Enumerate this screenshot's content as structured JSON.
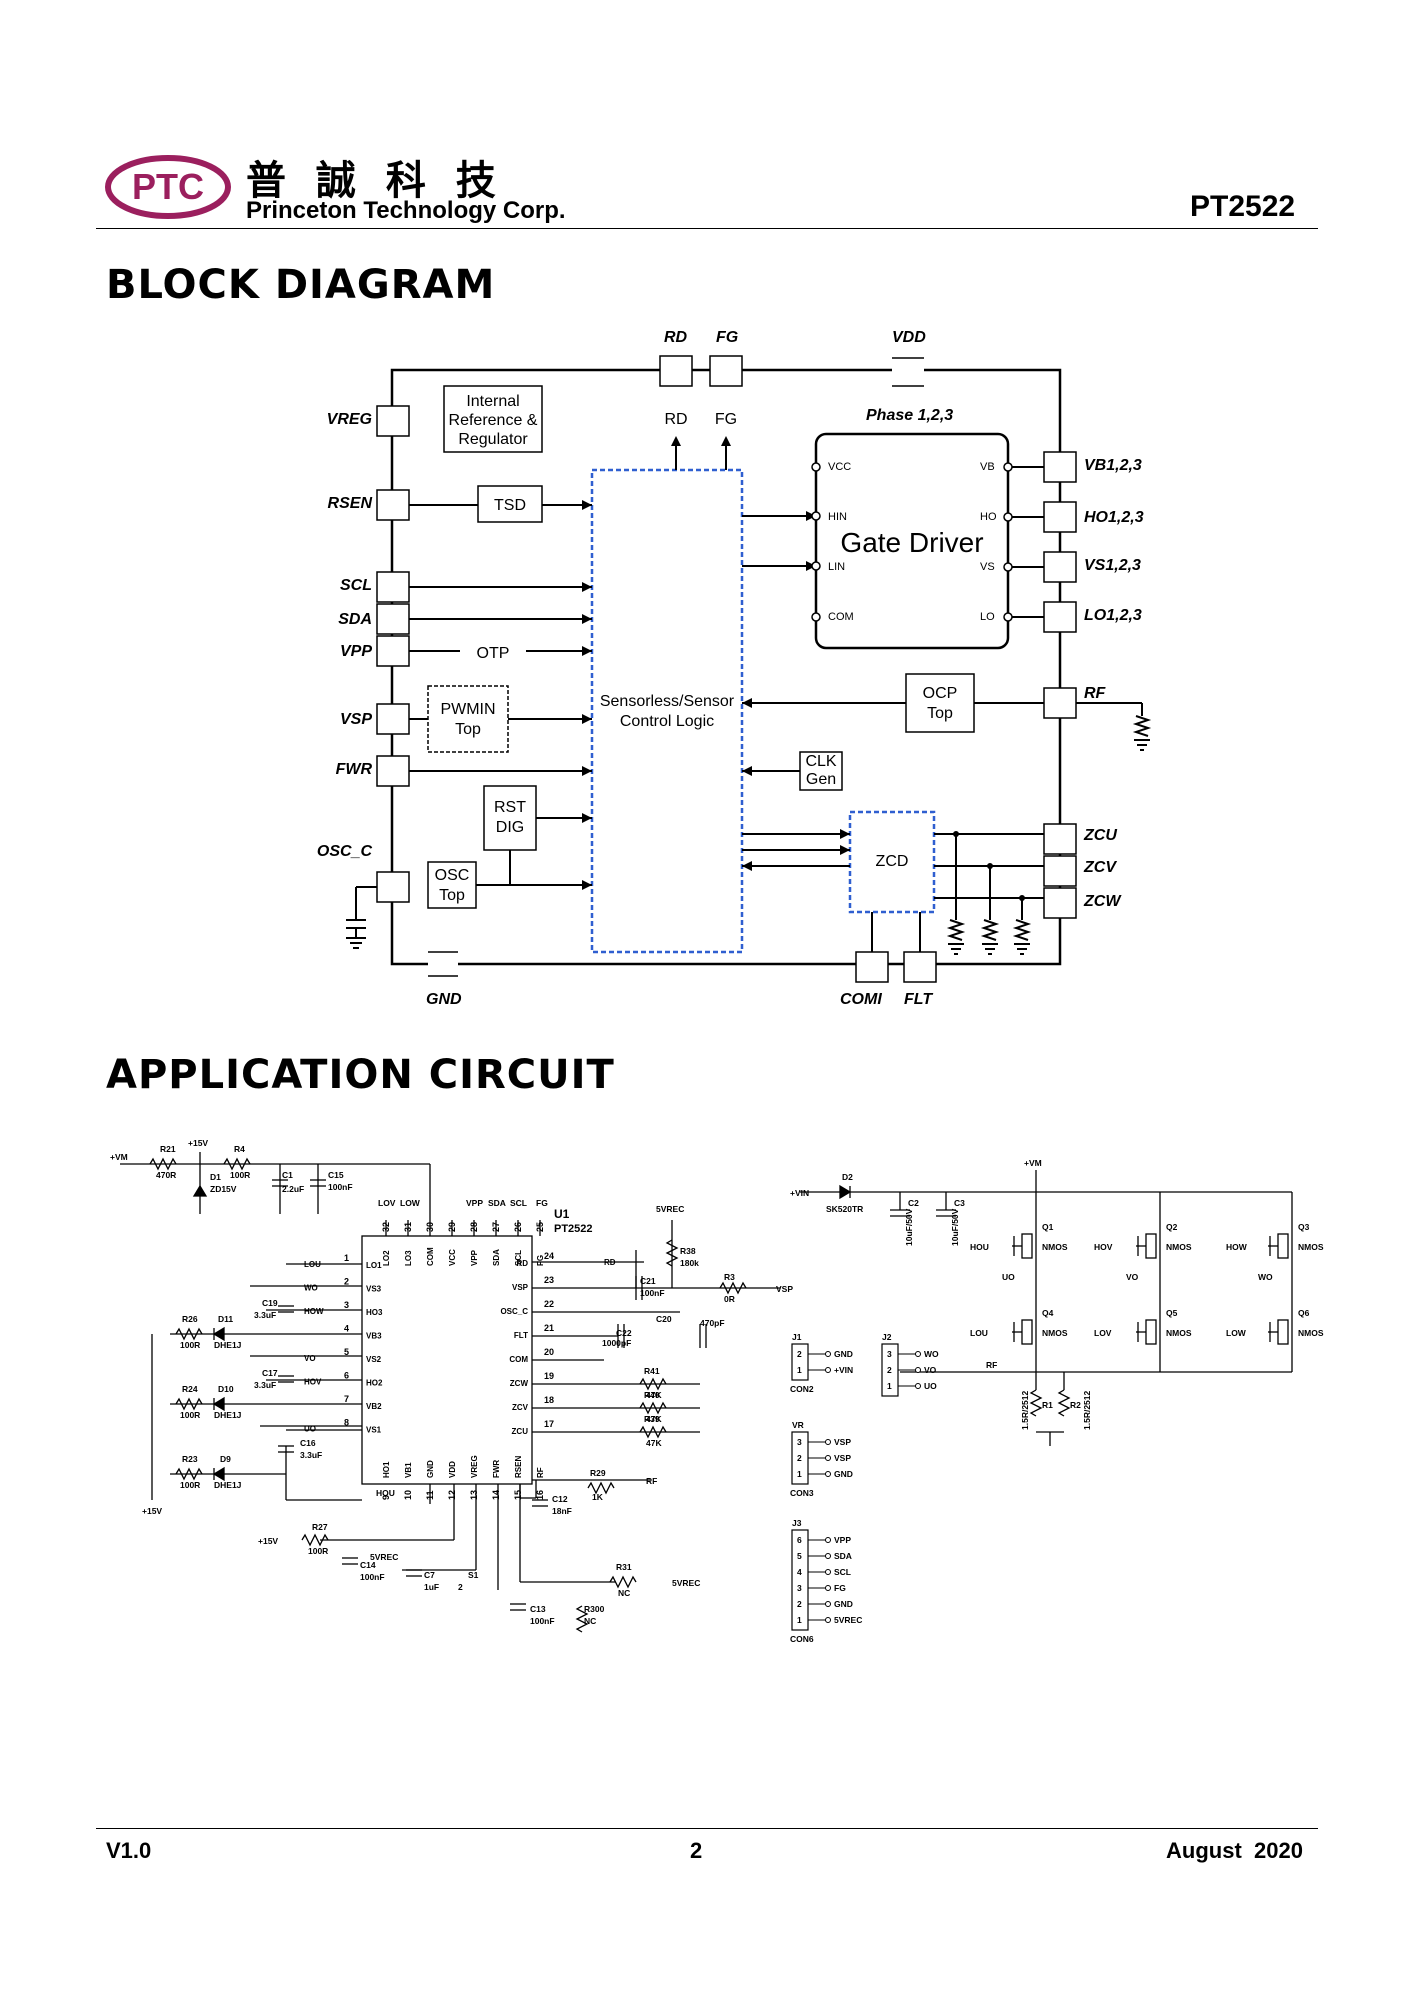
{
  "header": {
    "logo_mark": "PTC",
    "company_cn": "普 誠 科 技",
    "company_en": "Princeton Technology Corp.",
    "part_number": "PT2522"
  },
  "sections": {
    "block_diagram_title": "BLOCK DIAGRAM",
    "application_title": "APPLICATION CIRCUIT"
  },
  "block_diagram": {
    "pins_top": [
      "RD",
      "FG",
      "VDD"
    ],
    "pins_left": [
      "VREG",
      "RSEN",
      "SCL",
      "SDA",
      "VPP",
      "VSP",
      "FWR",
      "OSC_C"
    ],
    "pins_right": [
      "VB1,2,3",
      "HO1,2,3",
      "VS1,2,3",
      "LO1,2,3",
      "RF",
      "ZCU",
      "ZCV",
      "ZCW"
    ],
    "pins_bottom": [
      "GND",
      "COMI",
      "FLT"
    ],
    "blocks": {
      "internal_ref": [
        "Internal",
        "Reference &",
        "Regulator"
      ],
      "tsd": "TSD",
      "otp": "OTP",
      "pwmin": [
        "PWMIN",
        "Top"
      ],
      "rst": [
        "RST",
        "DIG"
      ],
      "osc": [
        "OSC",
        "Top"
      ],
      "logic": [
        "Sensorless/Sensor",
        "Control Logic"
      ],
      "ocp": [
        "OCP",
        "Top"
      ],
      "clk": [
        "CLK",
        "Gen"
      ],
      "zcd": "ZCD",
      "rd_box": "RD",
      "fg_box": "FG",
      "phase": "Phase 1,2,3",
      "gate_driver": "Gate Driver",
      "gd_pins": {
        "vcc": "VCC",
        "hin": "HIN",
        "lin": "LIN",
        "com": "COM",
        "vb": "VB",
        "ho": "HO",
        "vs": "VS",
        "lo": "LO"
      }
    }
  },
  "app_circuit": {
    "ic": {
      "ref": "U1",
      "name": "PT2522"
    },
    "top_pins": [
      {
        "n": "32",
        "label": "LO2"
      },
      {
        "n": "31",
        "label": "LO3"
      },
      {
        "n": "30",
        "label": "COM"
      },
      {
        "n": "29",
        "label": "VCC"
      },
      {
        "n": "28",
        "label": "VPP"
      },
      {
        "n": "27",
        "label": "SDA"
      },
      {
        "n": "26",
        "label": "SCL"
      },
      {
        "n": "25",
        "label": "FG"
      }
    ],
    "top_nets": [
      "LOV",
      "LOW",
      "VPP",
      "SDA",
      "SCL",
      "FG"
    ],
    "left_pins": [
      {
        "n": "1",
        "label": "LO1",
        "net": "LOU"
      },
      {
        "n": "2",
        "label": "VS3",
        "net": "WO"
      },
      {
        "n": "3",
        "label": "HO3",
        "net": "HOW"
      },
      {
        "n": "4",
        "label": "VB3",
        "net": ""
      },
      {
        "n": "5",
        "label": "VS2",
        "net": "VO"
      },
      {
        "n": "6",
        "label": "HO2",
        "net": "HOV"
      },
      {
        "n": "7",
        "label": "VB2",
        "net": ""
      },
      {
        "n": "8",
        "label": "VS1",
        "net": "UO"
      }
    ],
    "right_pins": [
      {
        "n": "24",
        "label": "RD",
        "net": "RD"
      },
      {
        "n": "23",
        "label": "VSP",
        "net": ""
      },
      {
        "n": "22",
        "label": "OSC_C",
        "net": ""
      },
      {
        "n": "21",
        "label": "FLT",
        "net": ""
      },
      {
        "n": "20",
        "label": "COM",
        "net": ""
      },
      {
        "n": "19",
        "label": "ZCW",
        "net": ""
      },
      {
        "n": "18",
        "label": "ZCV",
        "net": ""
      },
      {
        "n": "17",
        "label": "ZCU",
        "net": ""
      }
    ],
    "bottom_pins": [
      {
        "n": "9",
        "label": "HO1"
      },
      {
        "n": "10",
        "label": "VB1"
      },
      {
        "n": "11",
        "label": "GND"
      },
      {
        "n": "12",
        "label": "VDD"
      },
      {
        "n": "13",
        "label": "VREG"
      },
      {
        "n": "14",
        "label": "FWR"
      },
      {
        "n": "15",
        "label": "RSEN"
      },
      {
        "n": "16",
        "label": "RF"
      }
    ],
    "components": {
      "vm": "+VM",
      "r21": "R21",
      "r21v": "470R",
      "p15v": "+15V",
      "r4": "R4",
      "r4v": "100R",
      "d1": "D1",
      "d1v": "ZD15V",
      "c1": "C1",
      "c1v": "2.2uF",
      "c15": "C15",
      "c15v": "100nF",
      "c19": "C19",
      "c19v": "3.3uF",
      "c17": "C17",
      "c17v": "3.3uF",
      "c16": "C16",
      "c16v": "3.3uF",
      "r26": "R26",
      "r26v": "100R",
      "d11": "D11",
      "d11v": "DHE1J",
      "r24": "R24",
      "r24v": "100R",
      "d10": "D10",
      "d10v": "DHE1J",
      "r23": "R23",
      "r23v": "100R",
      "d9": "D9",
      "d9v": "DHE1J",
      "hou": "HOU",
      "p15v2": "+15V",
      "r27": "R27",
      "r27v": "100R",
      "p15v3": "+15V",
      "vrec": "5VREC",
      "c14": "C14",
      "c14v": "100nF",
      "c7": "C7",
      "c7v": "1uF",
      "s1": "S1",
      "s1p": "2",
      "c13": "C13",
      "c13v": "100nF",
      "r300": "R300",
      "r300v": "NC",
      "r31": "R31",
      "r31v": "NC",
      "vrec2": "5VREC",
      "vrec3": "5VREC",
      "r38": "R38",
      "r38v": "180k",
      "c21": "C21",
      "c21v": "100nF",
      "r3": "R3",
      "r3v": "0R",
      "vsp": "VSP",
      "c20": "C20",
      "c20v": "470pF",
      "c22": "C22",
      "c22v": "1000pF",
      "r41": "R41",
      "r41v": "47K",
      "r40": "R40",
      "r40v": "47K",
      "r39": "R39",
      "r39v": "47K",
      "r29": "R29",
      "r29v": "1K",
      "rf": "RF",
      "c12": "C12",
      "c12v": "18nF"
    },
    "power": {
      "vin": "+VIN",
      "d2": "D2",
      "d2v": "SK520TR",
      "vm": "+VM",
      "c2": "C2",
      "c2v": "10uF/50V",
      "c3": "C3",
      "c3v": "10uF/50V",
      "q": [
        {
          "ref": "Q1",
          "type": "NMOS",
          "gate": "HOU",
          "out": "UO"
        },
        {
          "ref": "Q2",
          "type": "NMOS",
          "gate": "HOV",
          "out": "VO"
        },
        {
          "ref": "Q3",
          "type": "NMOS",
          "gate": "HOW",
          "out": "WO"
        },
        {
          "ref": "Q4",
          "type": "NMOS",
          "gate": "LOU"
        },
        {
          "ref": "Q5",
          "type": "NMOS",
          "gate": "LOV"
        },
        {
          "ref": "Q6",
          "type": "NMOS",
          "gate": "LOW"
        }
      ],
      "rf": "RF",
      "r1": "R1",
      "r1v": "1.5R/2512",
      "r2": "R2",
      "r2v": "1.5R/2512"
    },
    "connectors": {
      "j1": {
        "ref": "J1",
        "name": "CON2",
        "pins": [
          {
            "n": "2",
            "label": "GND"
          },
          {
            "n": "1",
            "label": "+VIN"
          }
        ]
      },
      "j2": {
        "ref": "J2",
        "name": "",
        "pins": [
          {
            "n": "3",
            "label": "WO"
          },
          {
            "n": "2",
            "label": "VO"
          },
          {
            "n": "1",
            "label": "UO"
          }
        ]
      },
      "vr": {
        "ref": "VR",
        "name": "CON3",
        "pins": [
          {
            "n": "3",
            "label": "VSP"
          },
          {
            "n": "2",
            "label": "VSP"
          },
          {
            "n": "1",
            "label": "GND"
          }
        ]
      },
      "j3": {
        "ref": "J3",
        "name": "CON6",
        "pins": [
          {
            "n": "6",
            "label": "VPP"
          },
          {
            "n": "5",
            "label": "SDA"
          },
          {
            "n": "4",
            "label": "SCL"
          },
          {
            "n": "3",
            "label": "FG"
          },
          {
            "n": "2",
            "label": "GND"
          },
          {
            "n": "1",
            "label": "5VREC"
          }
        ]
      }
    }
  },
  "footer": {
    "version": "V1.0",
    "page": "2",
    "date": "August  2020"
  },
  "colors": {
    "logo": "#9b1f5e",
    "dashed_block": "#2f5fd0",
    "ink": "#000000"
  }
}
